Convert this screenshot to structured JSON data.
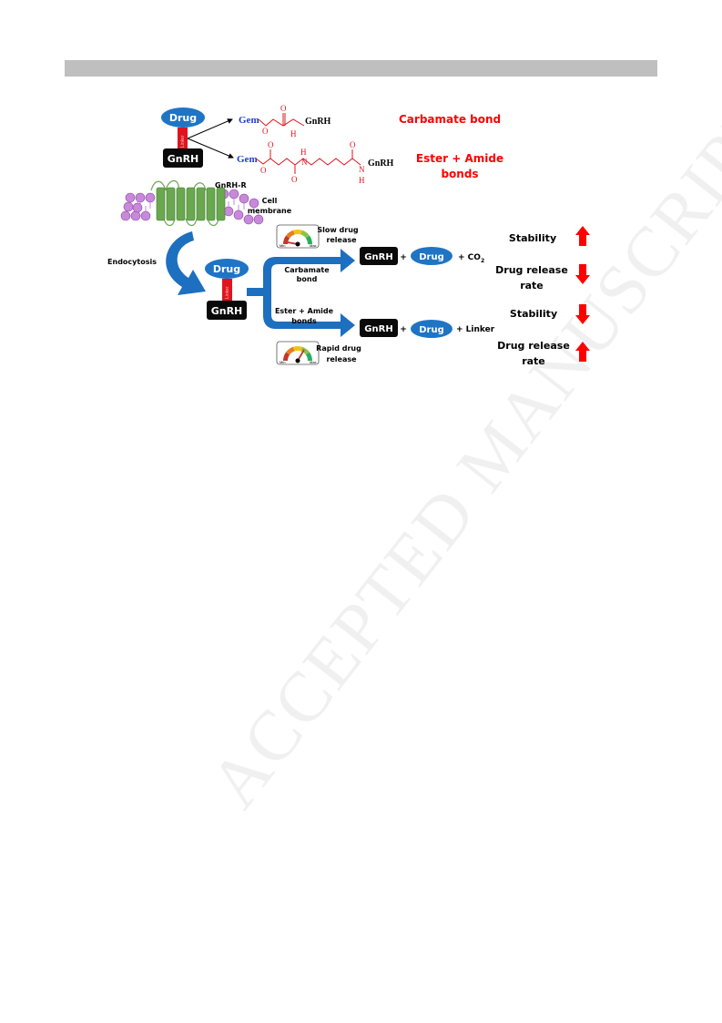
{
  "watermark": "ACCEPTED MANUSCRIPT",
  "colors": {
    "drug_blue": "#1f74c4",
    "flow_blue": "#1d6fc0",
    "linker_red": "#e0141e",
    "text_red": "#ff0000",
    "box_black": "#0a0a0a",
    "membrane_purple": "#c78ad9",
    "receptor_green": "#6aa84f"
  },
  "conjugate": {
    "drug": "Drug",
    "linker": "Linker",
    "gnrh": "GnRH"
  },
  "structures": {
    "carbamate": {
      "gem": "Gem",
      "o1": "O",
      "o2": "O",
      "h": "H",
      "gnrh": "GnRH",
      "label": "Carbamate bond"
    },
    "ester_amide": {
      "gem": "Gem",
      "o1": "O",
      "o2": "O",
      "o3": "O",
      "o4": "O",
      "h1": "H",
      "h2": "H",
      "n1": "N",
      "n2": "N",
      "gnrh": "GnRH",
      "label_line1": "Ester + Amide",
      "label_line2": "bonds"
    }
  },
  "receptor": {
    "label": "GnRH-R",
    "membrane_line1": "Cell",
    "membrane_line2": "membrane"
  },
  "endocytosis": "Endocytosis",
  "internalized": {
    "drug": "Drug",
    "linker": "Linker",
    "gnrh": "GnRH"
  },
  "slow_path": {
    "gauge_label_line1": "Slow drug",
    "gauge_label_line2": "release",
    "bond_line1": "Carbamate",
    "bond_line2": "bond",
    "gnrh": "GnRH",
    "plus": "+",
    "drug": "Drug",
    "byproduct": "+ CO",
    "byproduct_sub": "2",
    "stability": "Stability",
    "stability_trend": "up",
    "release_line1": "Drug release",
    "release_line2": "rate",
    "release_trend": "down"
  },
  "fast_path": {
    "gauge_label_line1": "Rapid drug",
    "gauge_label_line2": "release",
    "bond_line1": "Ester + Amide",
    "bond_line2": "bonds",
    "gnrh": "GnRH",
    "plus": "+",
    "drug": "Drug",
    "byproduct": "+ Linker",
    "stability": "Stability",
    "stability_trend": "down",
    "release_line1": "Drug release",
    "release_line2": "rate",
    "release_trend": "up"
  },
  "gauge": {
    "min": "Min",
    "max": "Max"
  }
}
